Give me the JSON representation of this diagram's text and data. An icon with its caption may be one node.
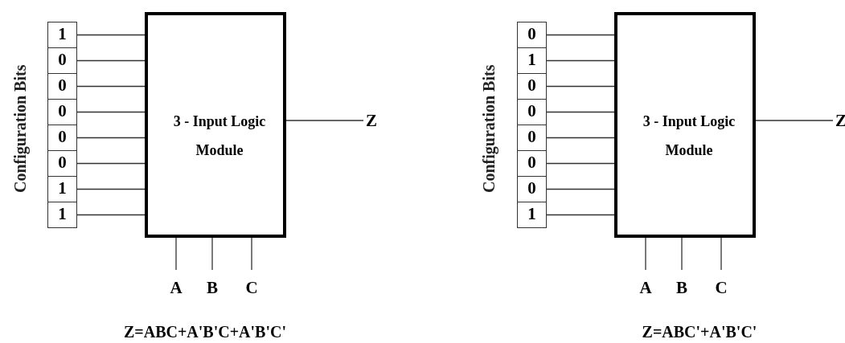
{
  "diagram": {
    "nodes": [
      {
        "text": [
          "3 - Input Logic Module"
        ]
      },
      {
        "text": [
          "1"
        ]
      },
      {
        "text": [
          "0"
        ]
      },
      {
        "text": [
          "0"
        ]
      },
      {
        "text": [
          "0"
        ]
      },
      {
        "text": [
          "0"
        ]
      },
      {
        "text": [
          "0"
        ]
      },
      {
        "text": [
          "1"
        ]
      },
      {
        "text": [
          "1"
        ]
      },
      {
        "text": [
          "Z"
        ]
      },
      {
        "text": [
          "A"
        ]
      },
      {
        "text": [
          "B"
        ]
      },
      {
        "text": [
          "C"
        ]
      },
      {
        "text": [
          "3 - Input Logic Module"
        ]
      },
      {
        "text": [
          "0"
        ]
      },
      {
        "text": [
          "1"
        ]
      },
      {
        "text": [
          "0"
        ]
      },
      {
        "text": [
          "0"
        ]
      },
      {
        "text": [
          "0"
        ]
      },
      {
        "text": [
          "0"
        ]
      },
      {
        "text": [
          "0"
        ]
      },
      {
        "text": [
          "1"
        ]
      },
      {
        "text": [
          "Z"
        ]
      },
      {
        "text": [
          "A"
        ]
      },
      {
        "text": [
          "B"
        ]
      },
      {
        "text": [
          "C"
        ]
      }
    ],
    "edges": [
      {
        "from": 1,
        "to": 0,
        "arrow": "none"
      },
      {
        "from": 2,
        "to": 0,
        "arrow": "none"
      },
      {
        "from": 3,
        "to": 0,
        "arrow": "none"
      },
      {
        "from": 4,
        "to": 0,
        "arrow": "none"
      },
      {
        "from": 5,
        "to": 0,
        "arrow": "none"
      },
      {
        "from": 6,
        "to": 0,
        "arrow": "none"
      },
      {
        "from": 7,
        "to": 0,
        "arrow": "none"
      },
      {
        "from": 8,
        "to": 0,
        "arrow": "none"
      },
      {
        "from": 0,
        "to": 9,
        "arrow": "none"
      },
      {
        "from": 10,
        "to": 0,
        "arrow": "none"
      },
      {
        "from": 11,
        "to": 0,
        "arrow": "none"
      },
      {
        "from": 12,
        "to": 0,
        "arrow": "none"
      },
      {
        "from": 14,
        "to": 13,
        "arrow": "none"
      },
      {
        "from": 15,
        "to": 13,
        "arrow": "none"
      },
      {
        "from": 16,
        "to": 13,
        "arrow": "none"
      },
      {
        "from": 17,
        "to": 13,
        "arrow": "none"
      },
      {
        "from": 18,
        "to": 13,
        "arrow": "none"
      },
      {
        "from": 19,
        "to": 13,
        "arrow": "none"
      },
      {
        "from": 20,
        "to": 13,
        "arrow": "none"
      },
      {
        "from": 21,
        "to": 13,
        "arrow": "none"
      },
      {
        "from": 13,
        "to": 22,
        "arrow": "none"
      },
      {
        "from": 23,
        "to": 13,
        "arrow": "none"
      },
      {
        "from": 24,
        "to": 13,
        "arrow": "none"
      },
      {
        "from": 25,
        "to": 13,
        "arrow": "none"
      }
    ],
    "labels": [
      "Configuration Bits",
      "Z=ABC+A'B'C+A'B'C'",
      "Configuration Bits",
      "Z=ABC'+A'B'C'"
    ]
  }
}
